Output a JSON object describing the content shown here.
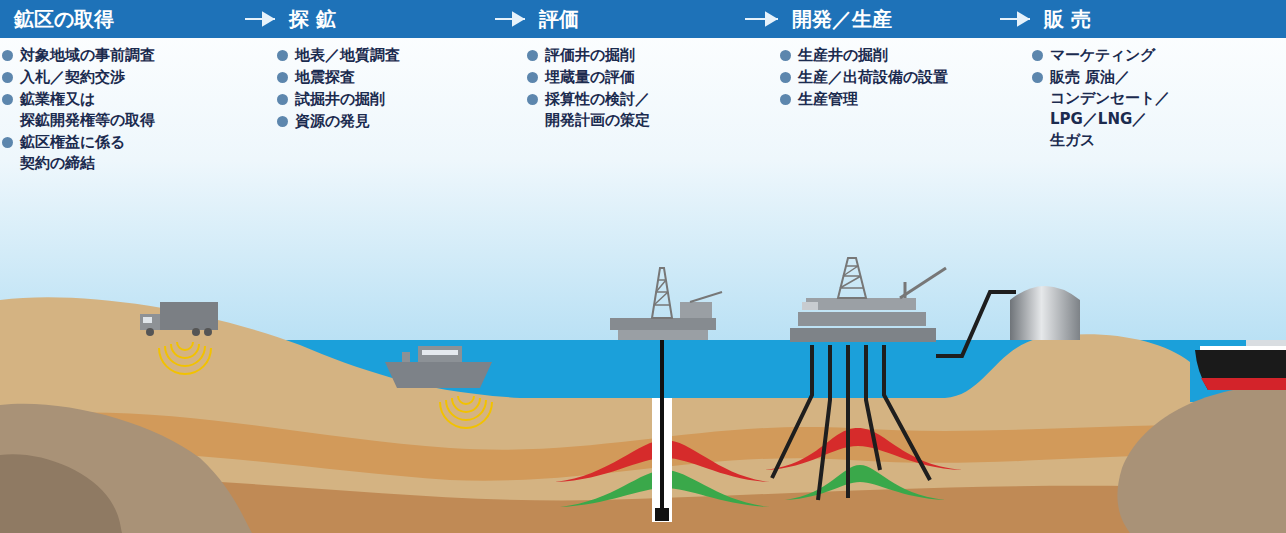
{
  "diagram": {
    "nodes": [
      {
        "text": [
          "鉱区の取得",
          "対象地域の事前調査",
          "入札／契約交渉",
          "鉱業権又は 探鉱開発権等の取得",
          "鉱区権益に係る 契約の締結"
        ]
      },
      {
        "text": [
          "探 鉱",
          "地表／地質調査",
          "地震探査",
          "試掘井の掘削",
          "資源の発見"
        ]
      },
      {
        "text": [
          "評価",
          "評価井の掘削",
          "埋蔵量の評価",
          "採算性の検討／ 開発計画の策定"
        ]
      },
      {
        "text": [
          "開発／生産",
          "生産井の掘削",
          "生産／出荷設備の設置",
          "生産管理"
        ]
      },
      {
        "text": [
          "販 売",
          "マーケティング",
          "販売 原油／ コンデンセート／ LPG／LNG／ 生ガス"
        ]
      }
    ],
    "edges": [
      {
        "from": 0,
        "to": 1,
        "arrow": "to"
      },
      {
        "from": 1,
        "to": 2,
        "arrow": "to"
      },
      {
        "from": 2,
        "to": 3,
        "arrow": "to"
      },
      {
        "from": 3,
        "to": 4,
        "arrow": "to"
      }
    ]
  }
}
